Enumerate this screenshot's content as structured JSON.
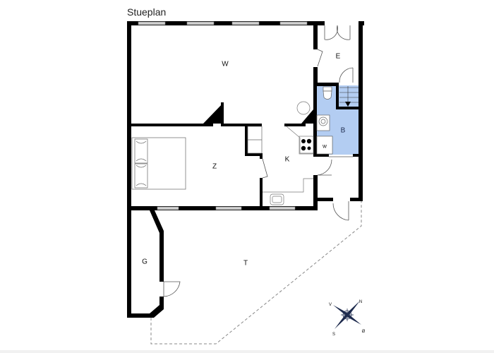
{
  "plan": {
    "title": "Stueplan"
  },
  "rooms": {
    "W": "W",
    "E": "E",
    "Z": "Z",
    "K": "K",
    "B": "B",
    "w": "w",
    "G": "G",
    "T": "T"
  },
  "compass": {
    "north": "N",
    "south": "S",
    "west": "V",
    "east": "Ø"
  },
  "colors": {
    "wall": "#000000",
    "window": "#b5b5b5",
    "bathroom": "#b3cdf2",
    "fixture_line": "#666666",
    "terrace_dash": "#888888",
    "compass": "#1d2a4d"
  }
}
